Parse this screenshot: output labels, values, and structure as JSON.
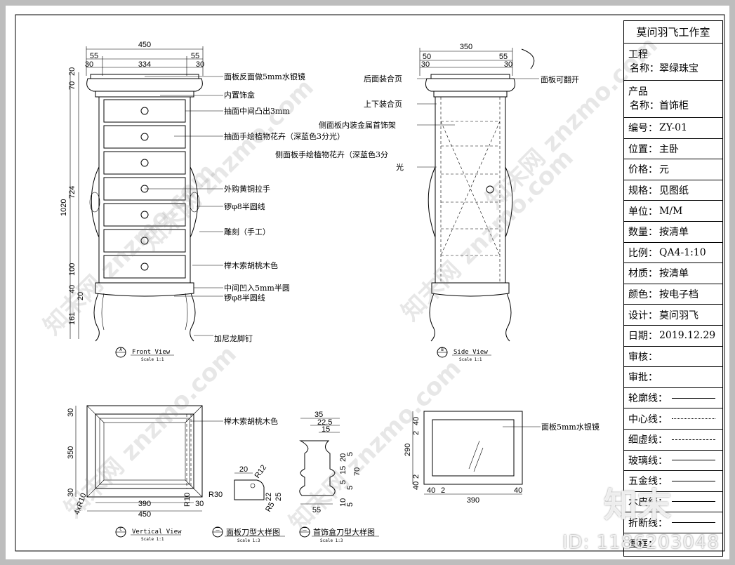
{
  "title_block": {
    "studio": "莫问羽飞工作室",
    "rows": [
      {
        "key": "工程",
        "value": "名称：翠绿珠宝",
        "tall": true
      },
      {
        "key": "产品",
        "value": "名称：首饰柜",
        "tall": true
      },
      {
        "key": "编号：",
        "value": "ZY-01"
      },
      {
        "key": "位置：",
        "value": "主卧"
      },
      {
        "key": "价格：",
        "value": "   元"
      },
      {
        "key": "规格：",
        "value": "见图纸"
      },
      {
        "key": "单位：",
        "value": "M/M"
      },
      {
        "key": "数量：",
        "value": "按清单"
      },
      {
        "key": "比例：",
        "value": "QA4-1:10"
      },
      {
        "key": "材质：",
        "value": "按清单"
      },
      {
        "key": "颜色：",
        "value": "按电子档"
      },
      {
        "key": "设计：",
        "value": "莫问羽飞"
      },
      {
        "key": "日期：",
        "value": "2019.12.29"
      },
      {
        "key": "审核：",
        "value": ""
      },
      {
        "key": "审批：",
        "value": ""
      }
    ],
    "legend": [
      {
        "key": "轮廓线：",
        "style": "solid"
      },
      {
        "key": "中心线：",
        "style": "dashdot"
      },
      {
        "key": "细虚线：",
        "style": "dashed"
      },
      {
        "key": "玻璃线：",
        "style": "solid"
      },
      {
        "key": "五金线：",
        "style": "solid"
      },
      {
        "key": "木皮线：",
        "style": "solid"
      },
      {
        "key": "折断线：",
        "style": "solid"
      },
      {
        "key": "图框：",
        "style": "none"
      }
    ]
  },
  "front_view": {
    "title": "Front View",
    "tag": "A",
    "scale": "Scale 1:1",
    "dims_top": [
      "450",
      "55",
      "55",
      "30",
      "334",
      "30"
    ],
    "dims_left": [
      "70",
      "20",
      "1020",
      "724",
      "100",
      "40",
      "20",
      "161"
    ],
    "notes": [
      "面板反面做5mm水银镜",
      "内置饰盒",
      "抽面中间凸出3mm",
      "抽面手绘植物花卉（深蓝色3分光）",
      "外购黄铜拉手",
      "锣φ8半圆线",
      "雕刻（手工）",
      "榉木索胡桃木色",
      "中间凹入5mm半圆",
      "锣φ8半圆线",
      "加尼龙脚钉"
    ]
  },
  "side_view": {
    "title": "Side View",
    "tag": "B",
    "scale": "Scale 1:1",
    "dims_top": [
      "350",
      "50",
      "55",
      "30",
      "30"
    ],
    "notes": [
      "后面装合页",
      "面板可翻开",
      "上下装合页",
      "侧面板内装金属首饰架",
      "侧面板手绘植物花卉（深蓝色3分",
      "光"
    ]
  },
  "vertical_view": {
    "title": "Vertical View",
    "tag": "C",
    "scale": "Scale 1:1",
    "dims": [
      "30",
      "350",
      "30",
      "4xR10",
      "390",
      "450",
      "30",
      "R10",
      "R30"
    ],
    "note": "榉木索胡桃木色"
  },
  "panel_detail": {
    "title": "面板刀型大样图",
    "tag": "二",
    "scale": "Scale 1:3",
    "dims": [
      "20",
      "R12",
      "22",
      "25",
      "R5"
    ]
  },
  "box_detail": {
    "title": "首饰盒刀型大样图",
    "tag": "二",
    "scale": "Scale 1:3",
    "dims": [
      "35",
      "22.5",
      "15",
      "20",
      "15",
      "5",
      "5",
      "5",
      "70",
      "10",
      "5",
      "55"
    ]
  },
  "mirror_detail": {
    "dims": [
      "40",
      "2",
      "290",
      "2",
      "40",
      "40",
      "2",
      "390",
      "40"
    ],
    "note": "面板5mm水银镜"
  },
  "watermarks": {
    "site": "知末网 znzmo.com",
    "logo": "知末",
    "id": "ID: 1186203048"
  }
}
